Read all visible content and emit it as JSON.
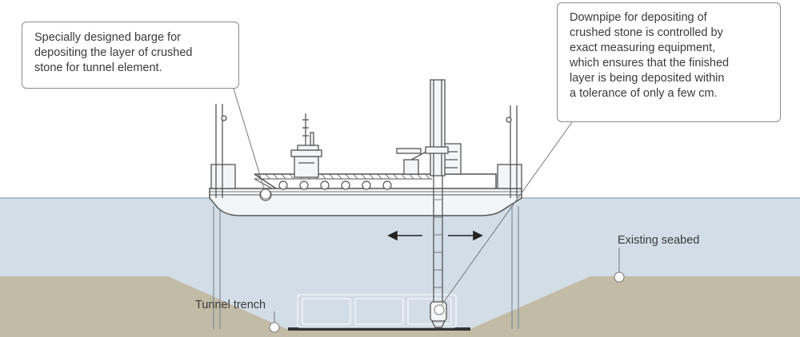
{
  "callouts": {
    "barge": {
      "lines": [
        "Specially designed barge for",
        "depositing the layer of crushed",
        "stone for tunnel element."
      ]
    },
    "downpipe": {
      "lines": [
        "Downpipe for depositing of",
        "crushed stone is controlled by",
        "exact measuring equipment,",
        "which ensures that the finished",
        "layer is being deposited within",
        "a tolerance of only a few cm."
      ]
    }
  },
  "labels": {
    "existing_seabed": "Existing seabed",
    "tunnel_trench": "Tunnel trench"
  },
  "colors": {
    "water": "#d3dde6",
    "water_surface": "#9bb0c2",
    "seabed": "#c2bba6",
    "structure": "#555555",
    "text": "#3a3a3a"
  }
}
